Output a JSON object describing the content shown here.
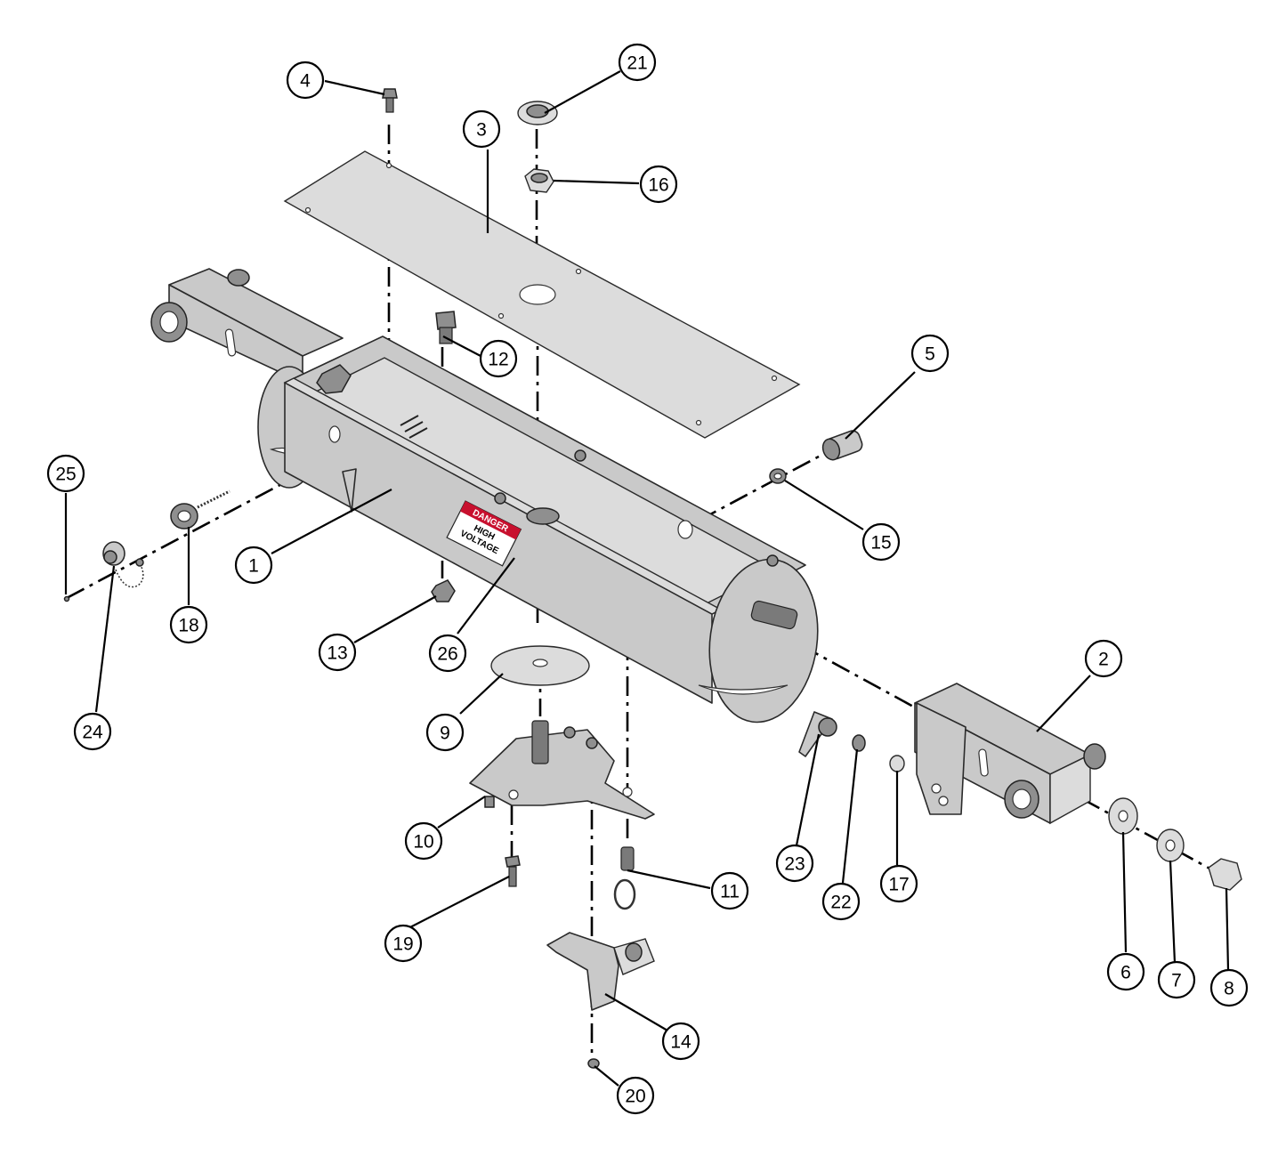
{
  "warning_label": {
    "header": "DANGER",
    "line1": "HIGH",
    "line2": "VOLTAGE"
  },
  "callouts": [
    "1",
    "2",
    "3",
    "4",
    "5",
    "6",
    "7",
    "8",
    "9",
    "10",
    "11",
    "12",
    "13",
    "14",
    "15",
    "16",
    "17",
    "18",
    "19",
    "20",
    "21",
    "22",
    "23",
    "24",
    "25",
    "26"
  ],
  "colors": {
    "part_fill": "#c9c9c9",
    "outline": "#2a2a2a",
    "danger_red": "#c8102e"
  }
}
